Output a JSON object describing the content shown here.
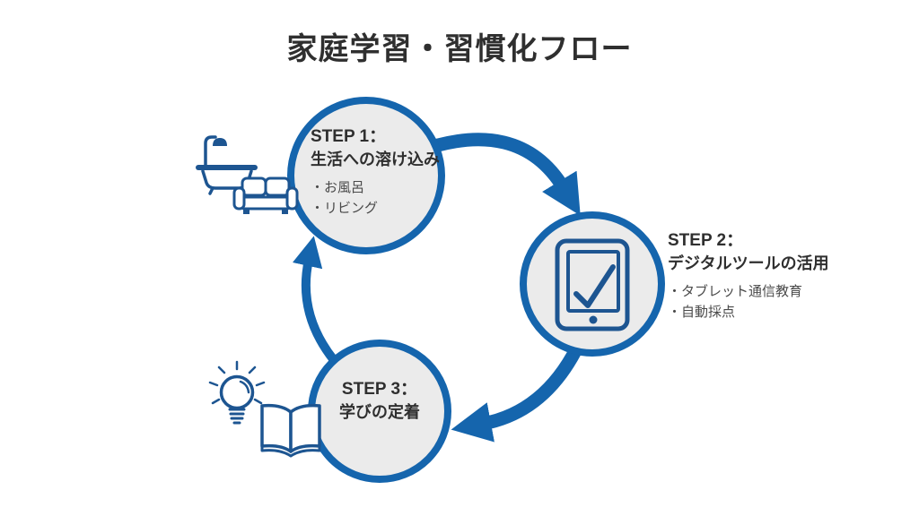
{
  "title": "家庭学習・習慣化フロー",
  "colors": {
    "primary_blue": "#1565ad",
    "icon_blue": "#1d5591",
    "circle_fill": "#ebebeb",
    "heading_text": "#2f2f2f",
    "bullet_text": "#4a4a4a",
    "background": "#ffffff"
  },
  "steps": [
    {
      "label": "STEP 1：",
      "heading": "生活への溶け込み",
      "bullets": [
        "・お風呂",
        "・リビング"
      ],
      "icons": [
        "bathtub-shower-icon",
        "sofa-icon"
      ]
    },
    {
      "label": "STEP 2：",
      "heading": "デジタルツールの活用",
      "bullets": [
        "・タブレット通信教育",
        "・自動採点"
      ],
      "icons": [
        "tablet-check-icon"
      ]
    },
    {
      "label": "STEP 3：",
      "heading": "学びの定着",
      "bullets": [],
      "icons": [
        "lightbulb-icon",
        "open-book-icon"
      ]
    }
  ]
}
